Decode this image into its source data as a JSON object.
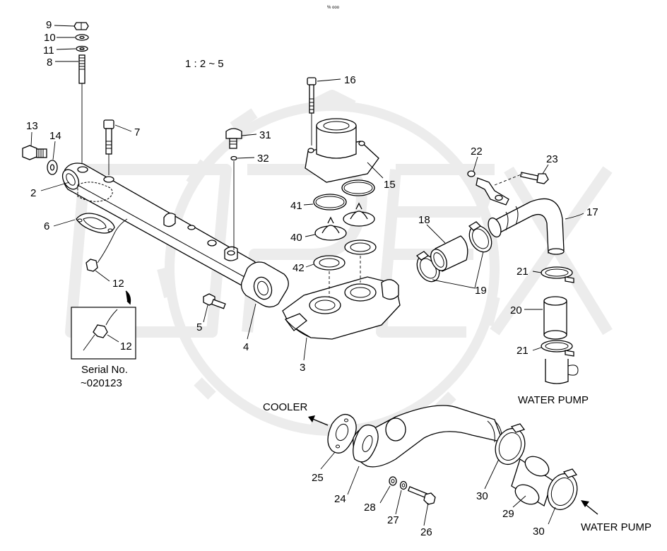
{
  "header": {
    "top_mark": "% ooo",
    "ratio": "1 : 2 ~ 5"
  },
  "watermark": {
    "text": "OPEX"
  },
  "part_numbers": {
    "p2": "2",
    "p3": "3",
    "p4": "4",
    "p5": "5",
    "p6": "6",
    "p7": "7",
    "p8": "8",
    "p9": "9",
    "p10": "10",
    "p11": "11",
    "p12a": "12",
    "p12b": "12",
    "p13": "13",
    "p14": "14",
    "p15": "15",
    "p16": "16",
    "p17": "17",
    "p18": "18",
    "p19": "19",
    "p20": "20",
    "p21a": "21",
    "p21b": "21",
    "p22": "22",
    "p23": "23",
    "p24": "24",
    "p25": "25",
    "p26": "26",
    "p27": "27",
    "p28": "28",
    "p29": "29",
    "p30a": "30",
    "p30b": "30",
    "p31": "31",
    "p32": "32",
    "p40": "40",
    "p41": "41",
    "p42": "42"
  },
  "callouts": {
    "serial_label": "Serial No.",
    "serial_value": "~020123",
    "cooler": "COOLER",
    "water_pump_upper": "WATER PUMP",
    "water_pump_lower": "WATER PUMP"
  }
}
